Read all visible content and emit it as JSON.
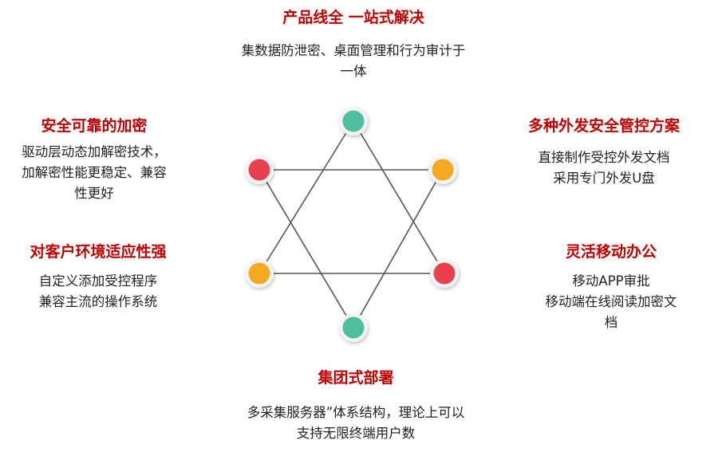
{
  "items": [
    {
      "title": "产品线全 一站式解决",
      "lines": [
        "集数据防泄密、桌面管理和行为审计于",
        "一体"
      ]
    },
    {
      "title": "安全可靠的加密",
      "lines": [
        "驱动层动态加解密技术，",
        "加解密性能更稳定、兼容",
        "性更好"
      ]
    },
    {
      "title": "多种外发安全管控方案",
      "lines": [
        "直接制作受控外发文档",
        "采用专门外发U盘"
      ]
    },
    {
      "title": "对客户环境适应性强",
      "lines": [
        "自定义添加受控程序",
        "兼容主流的操作系统"
      ]
    },
    {
      "title": "灵活移动办公",
      "lines": [
        "移动APP审批",
        "移动端在线阅读加密文",
        "档"
      ]
    },
    {
      "title": "集团式部署",
      "lines": [
        "多采集服务器”体系结构，理论上可以",
        "支持无限终端用户数"
      ]
    }
  ],
  "colors": {
    "teal": "#4dbf9f",
    "red": "#e8404f",
    "orange": "#f7a823",
    "title": "#c00000"
  }
}
